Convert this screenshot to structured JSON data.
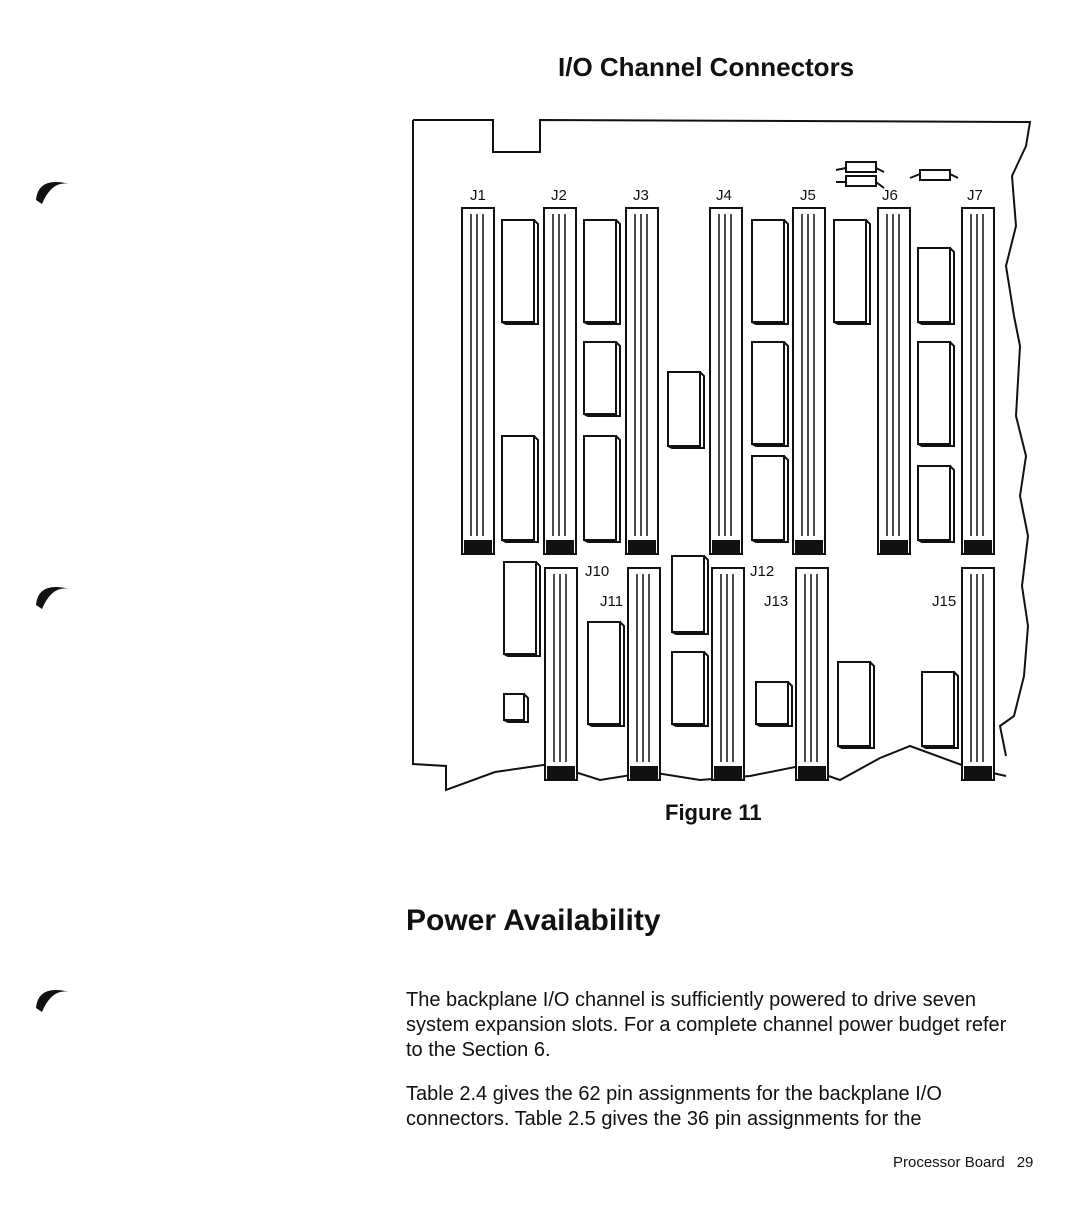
{
  "figure": {
    "title": "I/O Channel Connectors",
    "caption": "Figure 11",
    "connector_labels": [
      "J1",
      "J2",
      "J3",
      "J4",
      "J5",
      "J6",
      "J7",
      "J10",
      "J11",
      "J12",
      "J13",
      "J15"
    ]
  },
  "section": {
    "heading": "Power Availability",
    "paragraphs": [
      "The backplane I/O channel is sufficiently powered to drive seven system expansion slots. For a complete channel power budget refer to the Section 6.",
      "Table 2.4 gives the 62 pin assignments for the backplane I/O connectors. Table 2.5 gives the 36 pin assignments for the"
    ]
  },
  "footer": {
    "section_name": "Processor Board",
    "page_number": "29"
  }
}
